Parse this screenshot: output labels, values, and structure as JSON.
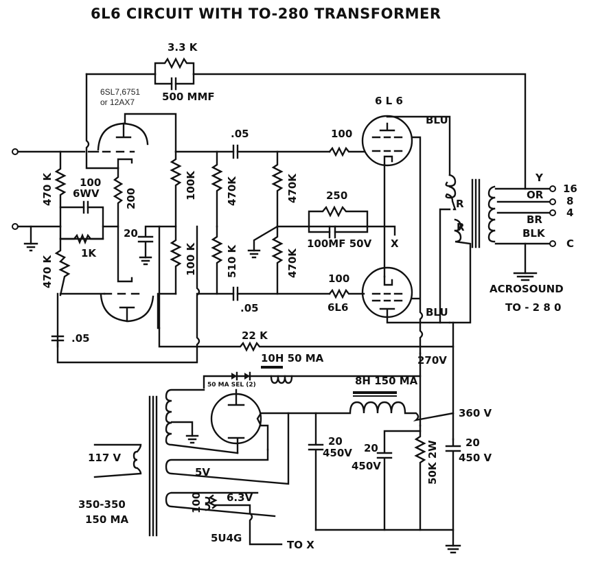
{
  "title": "6L6 CIRCUIT WITH TO-280 TRANSFORMER",
  "colors": {
    "ink": "#111111",
    "paper": "#ffffff"
  },
  "labels": {
    "feedback_resistor": "3.3 K",
    "feedback_cap": "500 MMF",
    "input_tube_1": "6SL7,6751",
    "input_tube_2": "or 12AX7",
    "output_tube_top": "6 L 6",
    "output_tube_bottom": "6L6",
    "grid_res_top_left": "470 K",
    "grid_res_bottom_left": "470 K",
    "cathode_cap_1": "100",
    "cathode_cap_2": "6WV",
    "cathode_res": "1K",
    "res_200": "200",
    "cap_20": "20",
    "plate_res_top": "100K",
    "plate_res_bottom": "100 K",
    "coupling_cap_top": ".05",
    "coupling_cap_bottom": ".05",
    "div_res_470k_a": "470K",
    "div_res_510k": "510 K",
    "grid_res_470k_top": "470K",
    "grid_res_470k_bottom": "470K",
    "cathode_bias_res": "250",
    "cathode_bias_cap": "100MF  50V",
    "x_mark": "X",
    "grid_stopper_top": "100",
    "grid_stopper_bottom": "100",
    "lead_blu_top": "BLU",
    "lead_blu_bottom": "BLU",
    "lead_r_top": "R",
    "lead_r_bottom": "R",
    "sec_y": "Y",
    "sec_or": "OR",
    "sec_br": "BR",
    "sec_blk": "BLK",
    "tap_16": "16",
    "tap_8": "8",
    "tap_4": "4",
    "tap_c": "C",
    "xfmr_name_1": "ACROSOUND",
    "xfmr_name_2": "TO - 2 8 0",
    "decoupling_cap": ".05",
    "res_22k": "22 K",
    "choke_10h": "10H  50 MA",
    "selenium": "50 MA  SEL (2)",
    "choke_8h": "8H  150 MA",
    "v_270": "270V",
    "v_360": "360 V",
    "filter_cap_1a": "20",
    "filter_cap_1b": "450V",
    "filter_cap_2a": "20",
    "filter_cap_2b": "450V",
    "filter_cap_3a": "20",
    "filter_cap_3b": "450 V",
    "bleeder": "50K  2W",
    "mains": "117 V",
    "pt_rating_1": "350-350",
    "pt_rating_2": "150 MA",
    "fil_5v": "5V",
    "fil_63v": "6.3V",
    "hum_pot": "100",
    "rectifier": "5U4G",
    "to_x": "TO X"
  }
}
